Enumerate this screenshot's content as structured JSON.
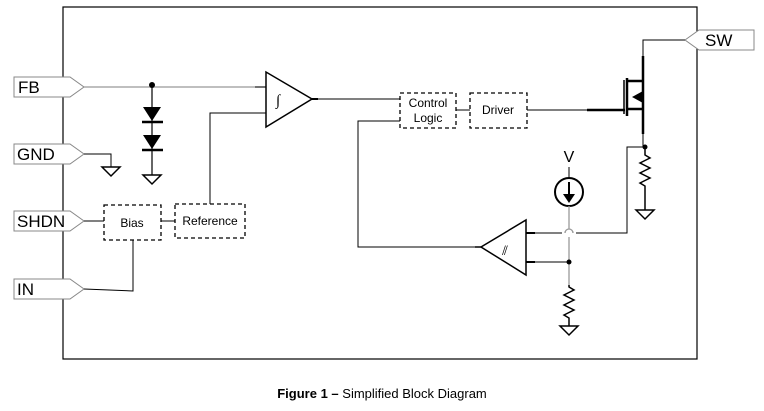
{
  "pins": {
    "fb": "FB",
    "gnd": "GND",
    "shdn": "SHDN",
    "in": "IN",
    "sw": "SW"
  },
  "blocks": {
    "bias": "Bias",
    "reference": "Reference",
    "control_line1": "Control",
    "control_line2": "Logic",
    "driver": "Driver"
  },
  "labels": {
    "current_source": "V"
  },
  "caption": {
    "figure": "Figure 1 –",
    "text": " Simplified Block Diagram"
  }
}
